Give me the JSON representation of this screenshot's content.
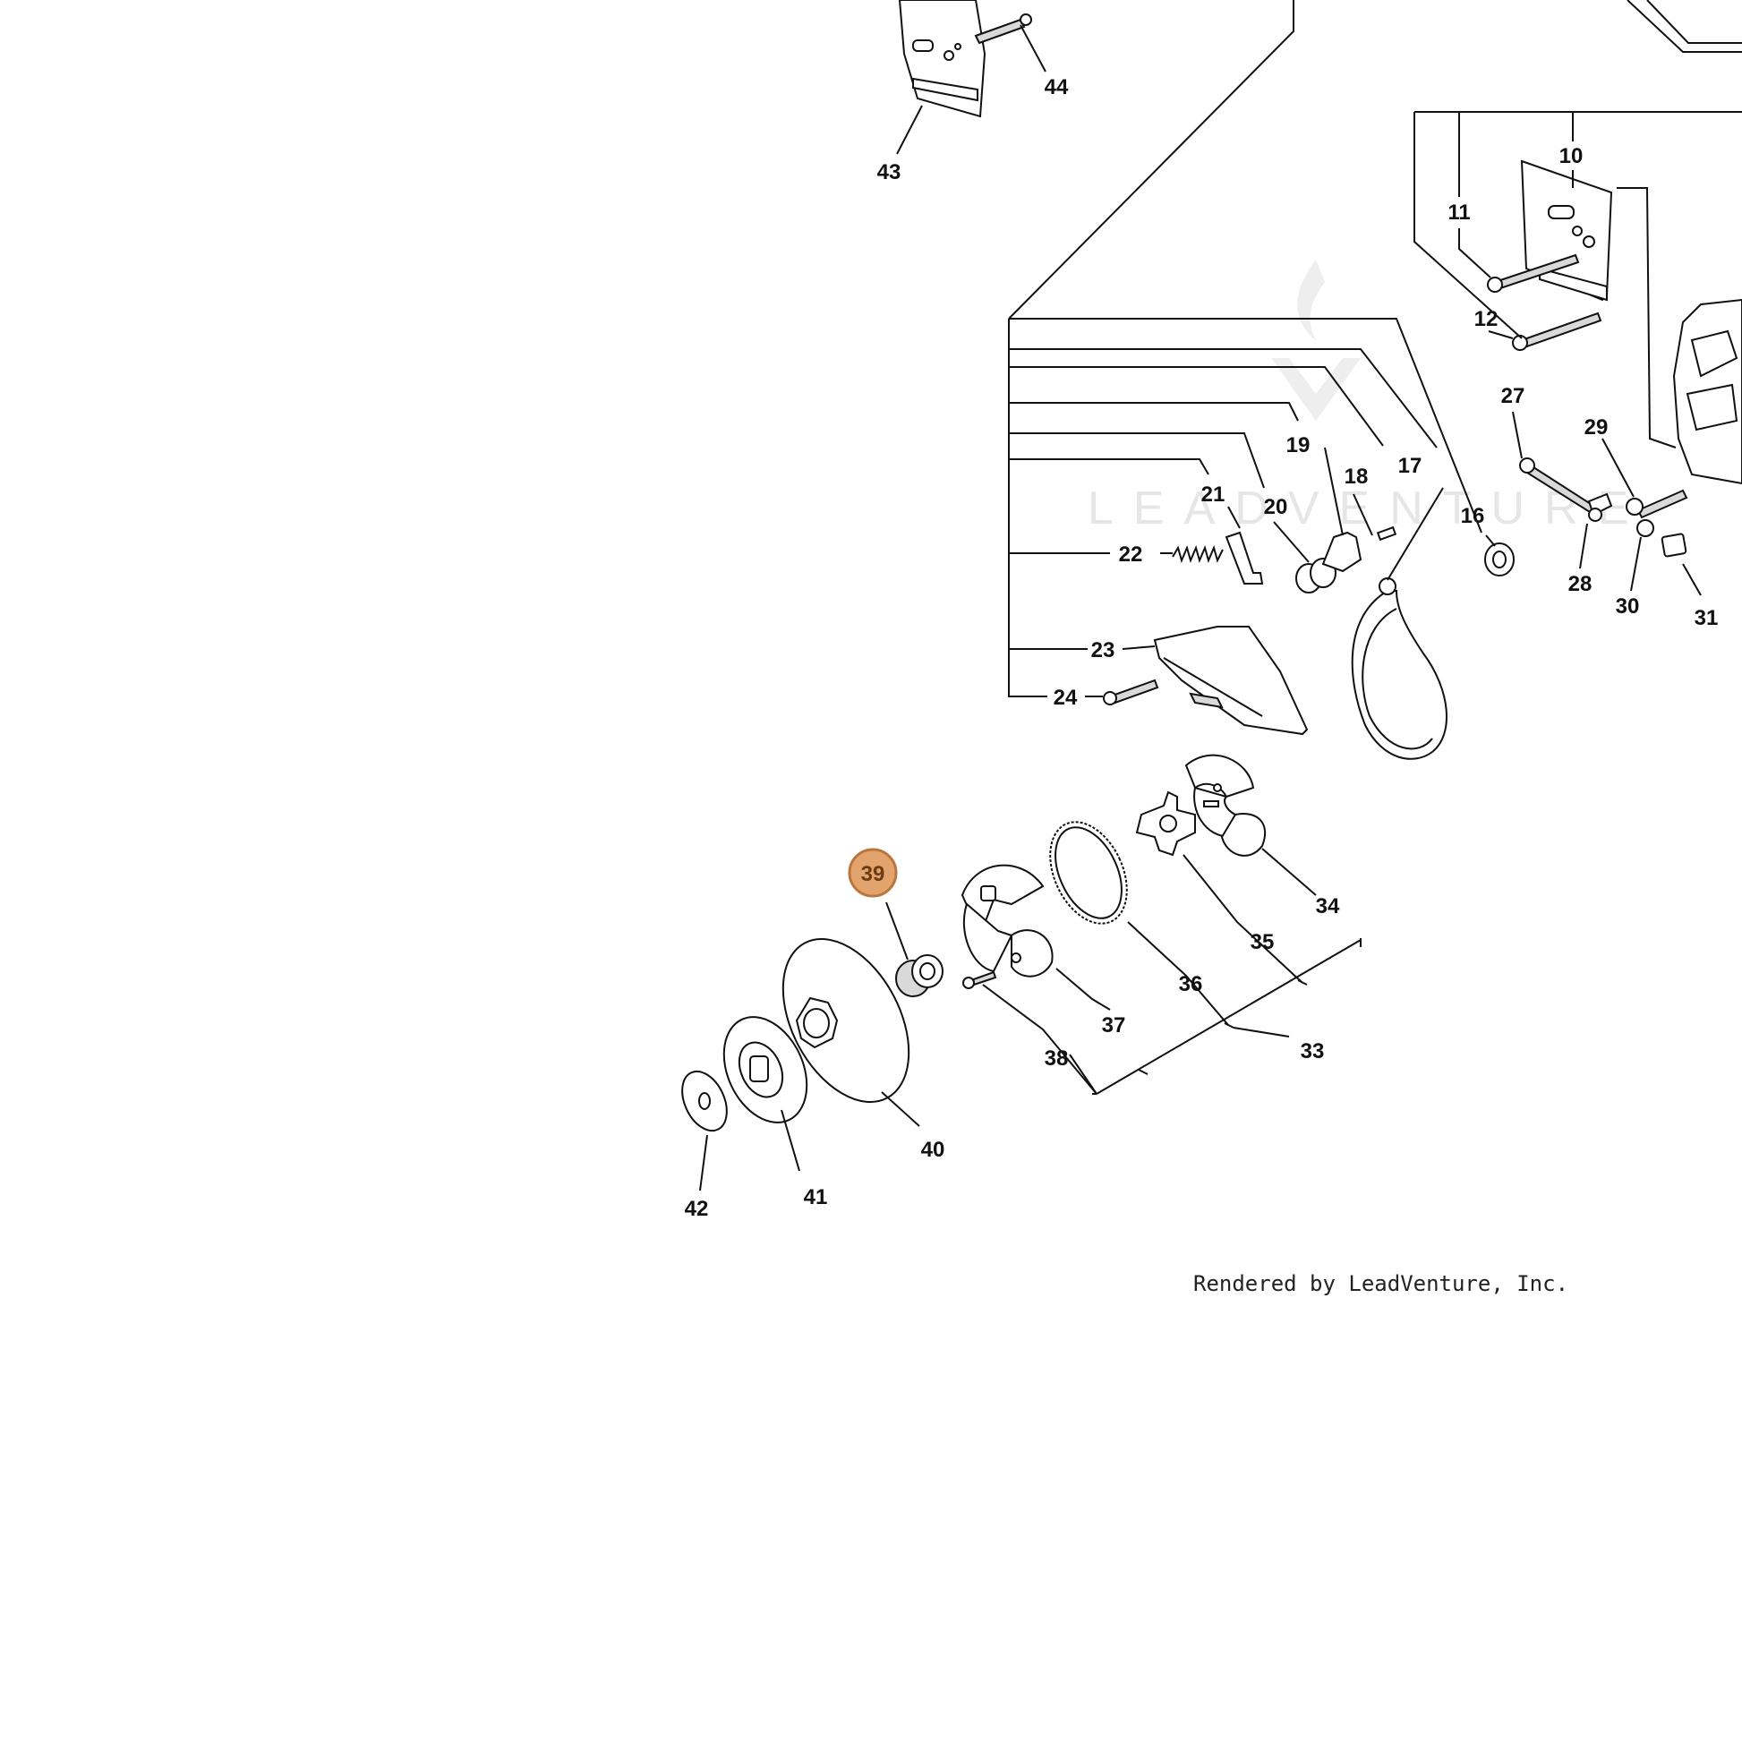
{
  "diagram": {
    "callouts": [
      "10",
      "11",
      "12",
      "16",
      "17",
      "18",
      "19",
      "20",
      "21",
      "22",
      "23",
      "24",
      "27",
      "28",
      "29",
      "30",
      "31",
      "33",
      "34",
      "35",
      "36",
      "37",
      "38",
      "40",
      "41",
      "42",
      "43",
      "44"
    ],
    "highlighted_callout": "39",
    "highlight_color": "#e3a36c",
    "watermark": "LEADVENTURE",
    "credit": "Rendered by LeadVenture, Inc."
  }
}
